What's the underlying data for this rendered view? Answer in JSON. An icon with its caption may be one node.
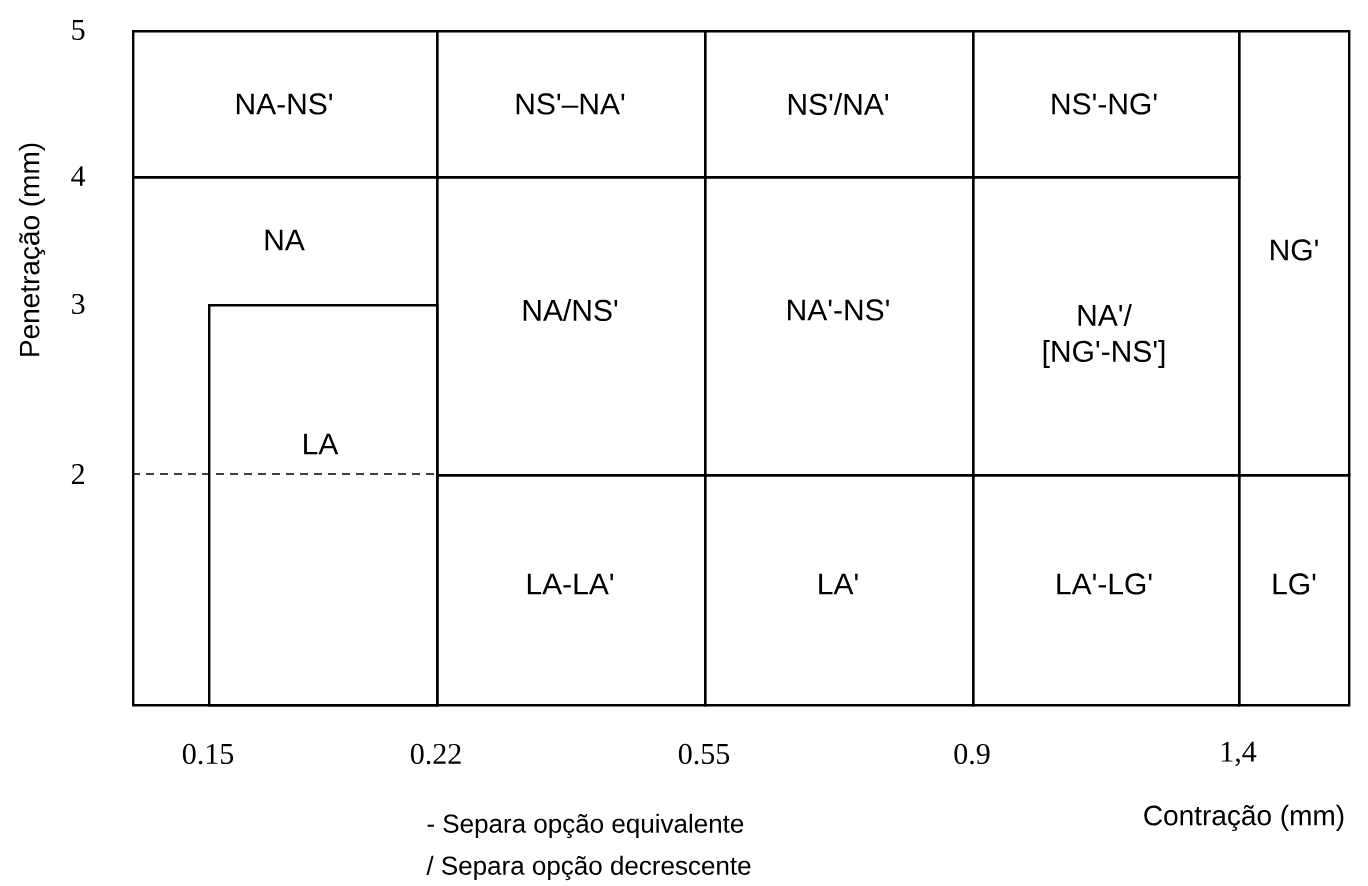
{
  "diagram": {
    "nodes": [
      {
        "text": [
          "NA-NS'"
        ]
      },
      {
        "text": [
          "NS'–NA'"
        ]
      },
      {
        "text": [
          "NS'/NA'"
        ]
      },
      {
        "text": [
          "NS'-NG'"
        ]
      },
      {
        "text": [
          "NA"
        ]
      },
      {
        "text": [
          "LA"
        ],
        "in": 4
      },
      {
        "text": [
          "NA/NS'"
        ]
      },
      {
        "text": [
          "NA'-NS'"
        ]
      },
      {
        "text": [
          "NA'/ [NG'-NS']"
        ]
      },
      {
        "text": [
          "NG'"
        ]
      },
      {
        "text": [
          "LA-LA'"
        ]
      },
      {
        "text": [
          "LA'"
        ]
      },
      {
        "text": [
          "LA'-LG'"
        ]
      },
      {
        "text": [
          "LG'"
        ]
      }
    ],
    "edges": [],
    "labels": [
      "5",
      "Penetração (mm)",
      "4",
      "3",
      "2",
      "0.15",
      "0.22",
      "0.55",
      "0.9",
      "1,4",
      "- Separa opção equivalente",
      "Contração (mm)",
      "/ Separa opção decrescente"
    ]
  }
}
